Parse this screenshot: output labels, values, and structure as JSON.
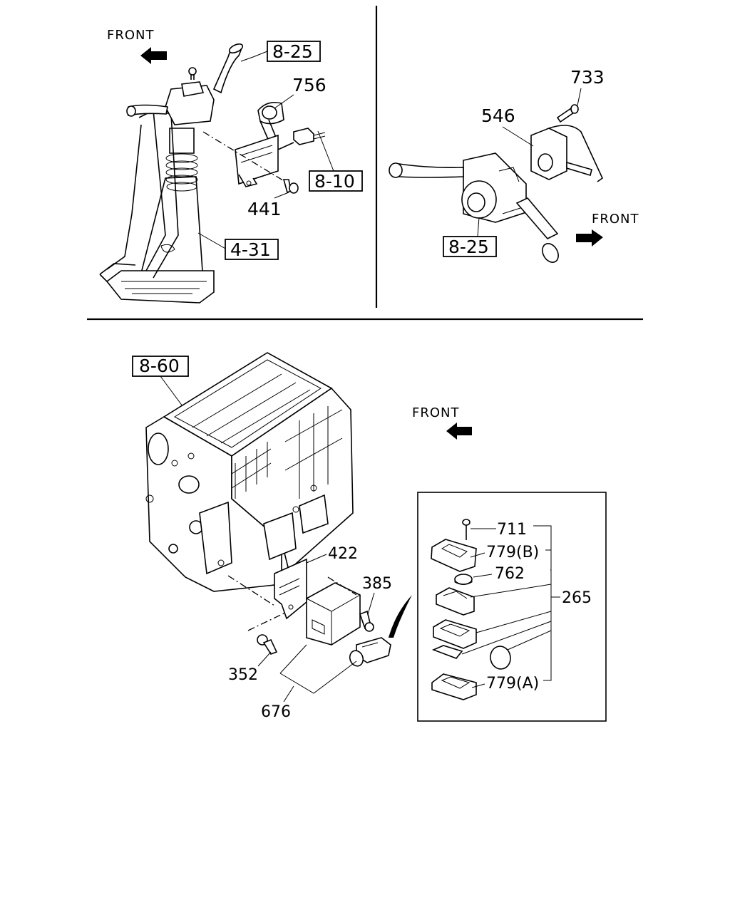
{
  "top_left": {
    "front_label": "FRONT",
    "ref_8_25": "8-25",
    "part_756": "756",
    "ref_8_10": "8-10",
    "part_441": "441",
    "ref_4_31": "4-31"
  },
  "top_right": {
    "part_733": "733",
    "part_546": "546",
    "front_label": "FRONT",
    "ref_8_25": "8-25"
  },
  "bottom": {
    "ref_8_60": "8-60",
    "front_label": "FRONT",
    "part_422": "422",
    "part_385": "385",
    "part_352": "352",
    "part_676": "676",
    "inset": {
      "part_711": "711",
      "part_779b": "779(B)",
      "part_762": "762",
      "part_265": "265",
      "part_779a": "779(A)"
    }
  }
}
